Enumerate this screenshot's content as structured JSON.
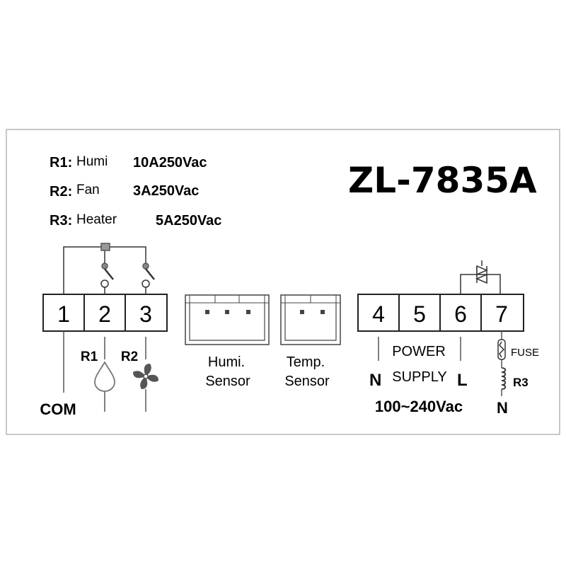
{
  "model": "ZL-7835A",
  "ratings": [
    {
      "relay": "R1:",
      "name": "Humi",
      "spec": "10A250Vac"
    },
    {
      "relay": "R2:",
      "name": "Fan",
      "spec": "3A250Vac"
    },
    {
      "relay": "R3:",
      "name": "Heater",
      "spec": "5A250Vac"
    }
  ],
  "left_terminals": [
    "1",
    "2",
    "3"
  ],
  "right_terminals": [
    "4",
    "5",
    "6",
    "7"
  ],
  "labels": {
    "com": "COM",
    "r1": "R1",
    "r2": "R2",
    "humi_sensor_line1": "Humi.",
    "humi_sensor_line2": "Sensor",
    "temp_sensor_line1": "Temp.",
    "temp_sensor_line2": "Sensor",
    "power_line1": "POWER",
    "power_line2": "SUPPLY",
    "neutral": "N",
    "live": "L",
    "voltage": "100~240Vac",
    "fuse": "FUSE",
    "r3": "R3",
    "heater_neutral": "N"
  },
  "icons": [
    "water-drop-icon",
    "fan-icon",
    "triac-icon",
    "fuse-icon",
    "coil-icon"
  ]
}
